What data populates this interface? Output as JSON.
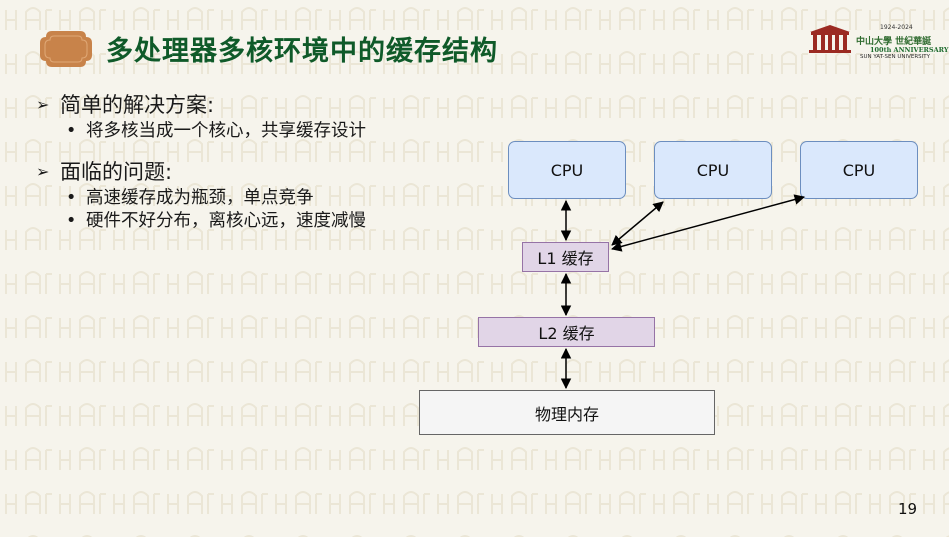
{
  "title": "多处理器多核环境中的缓存结构",
  "logo": {
    "years": "1924-2024",
    "name_cn": "中山大學 世紀華誕",
    "anniversary": "100th ANNIVERSARY",
    "university": "SUN YAT-SEN UNIVERSITY"
  },
  "bullets": [
    {
      "heading": "简单的解决方案:",
      "items": [
        "将多核当成一个核心，共享缓存设计"
      ]
    },
    {
      "heading": "面临的问题:",
      "items": [
        "高速缓存成为瓶颈，单点竞争",
        "硬件不好分布，离核心远，速度减慢"
      ]
    }
  ],
  "diagram": {
    "cpus": [
      "CPU",
      "CPU",
      "CPU"
    ],
    "l1": "L1 缓存",
    "l2": "L2 缓存",
    "memory": "物理内存"
  },
  "page_number": "19",
  "colors": {
    "title": "#0f5a29",
    "badge": "#c8834a",
    "cpu_fill": "#dae8fc",
    "cpu_border": "#6c8ebf",
    "cache_fill": "#e1d5e7",
    "cache_border": "#9673a6",
    "memory_fill": "#f5f5f5"
  }
}
